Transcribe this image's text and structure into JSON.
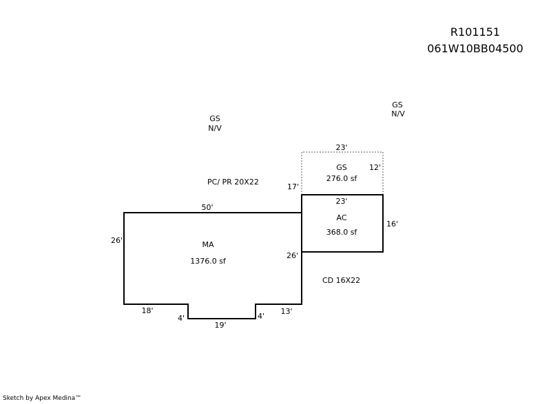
{
  "header": {
    "account": "R101151",
    "map_taxlot": "061W10BB04500"
  },
  "sketch": {
    "areas": [
      {
        "code": "MA",
        "area": "1376.0 sf"
      },
      {
        "code": "AC",
        "area": "368.0 sf"
      },
      {
        "code": "GS",
        "area": "276.0 sf"
      }
    ],
    "dimensions": {
      "ma_top": "50'",
      "ma_left": "26'",
      "ma_right": "26'",
      "ma_bottom_left": "18'",
      "notch_left": "4'",
      "notch_bottom": "19'",
      "notch_right": "4'",
      "ma_bottom_right": "13'",
      "ac_top": "23'",
      "ac_right": "16'",
      "gs_top": "23'",
      "gs_right": "12'",
      "gs_left": "17'"
    },
    "notes": {
      "gs_nv_1_line1": "GS",
      "gs_nv_1_line2": "N/V",
      "gs_nv_2_line1": "GS",
      "gs_nv_2_line2": "N/V",
      "pc_pr": "PC/ PR 20X22",
      "cd": "CD 16X22"
    }
  },
  "footer": {
    "credit": "Sketch by Apex Medina™"
  }
}
